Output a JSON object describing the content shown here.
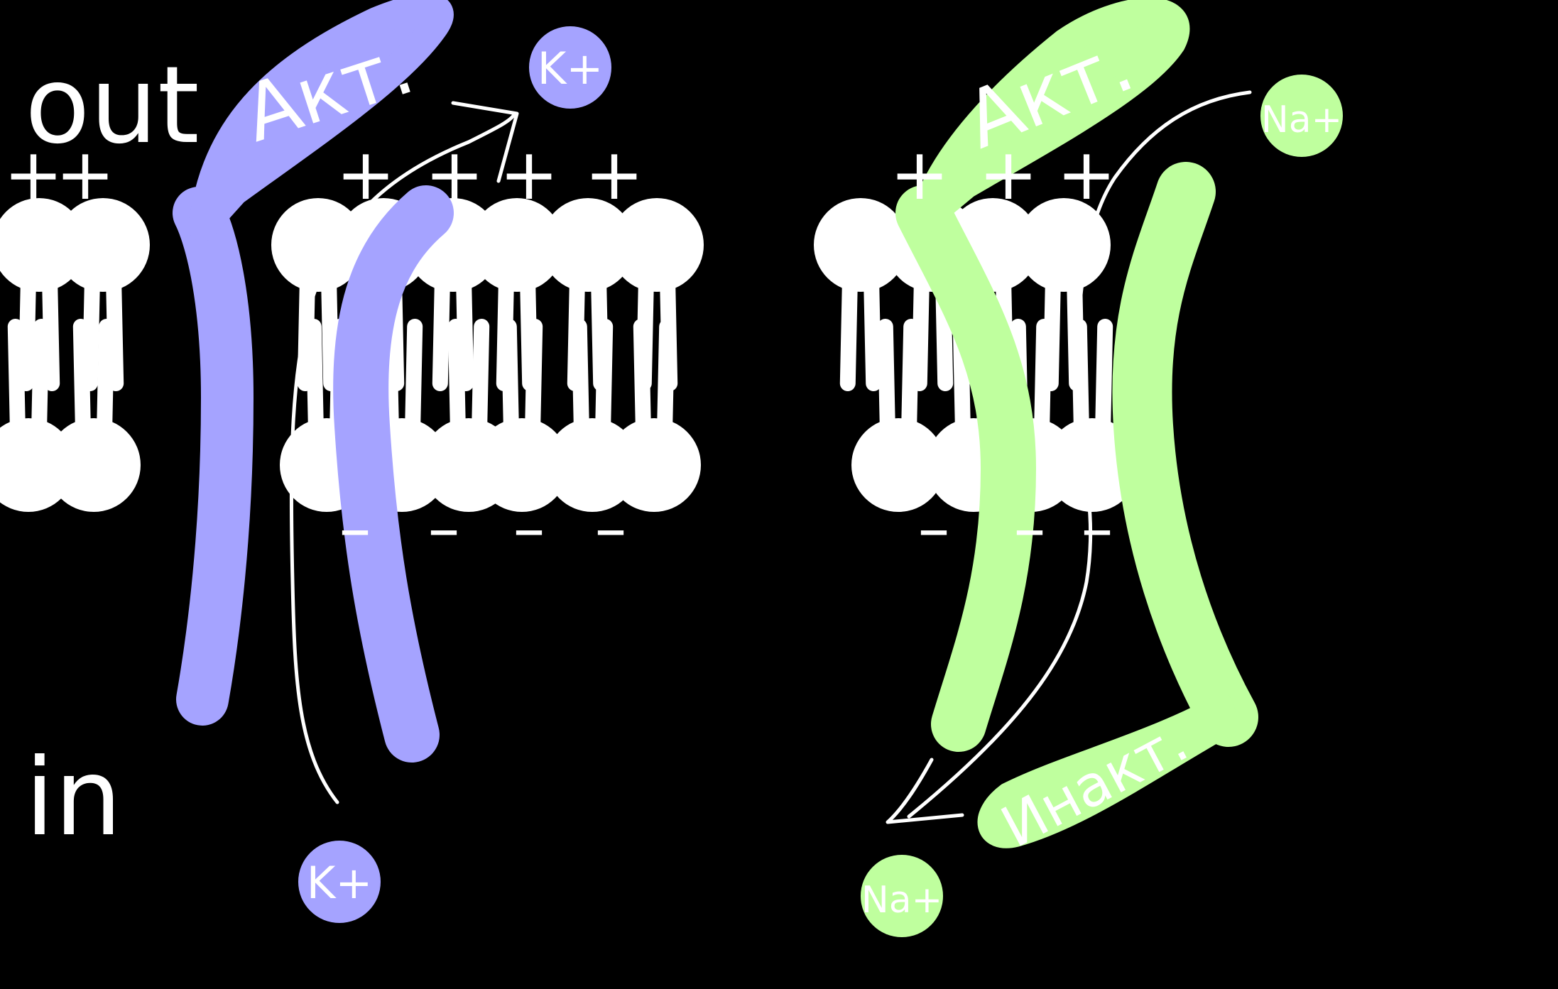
{
  "labels": {
    "outside": "out",
    "inside": "in"
  },
  "potassium_channel": {
    "state_label": "Акт.",
    "ion_out": "K+",
    "ion_in": "K+",
    "color": "#a5a3ff"
  },
  "sodium_channel": {
    "state_label_active": "Акт.",
    "state_label_inactive": "Инакт.",
    "ion_out": "Na+",
    "ion_in": "Na+",
    "color": "#bfff9e"
  },
  "charges": {
    "outer_sign": "+",
    "inner_sign": "–"
  },
  "colors": {
    "background": "#000000",
    "membrane": "#ffffff"
  }
}
